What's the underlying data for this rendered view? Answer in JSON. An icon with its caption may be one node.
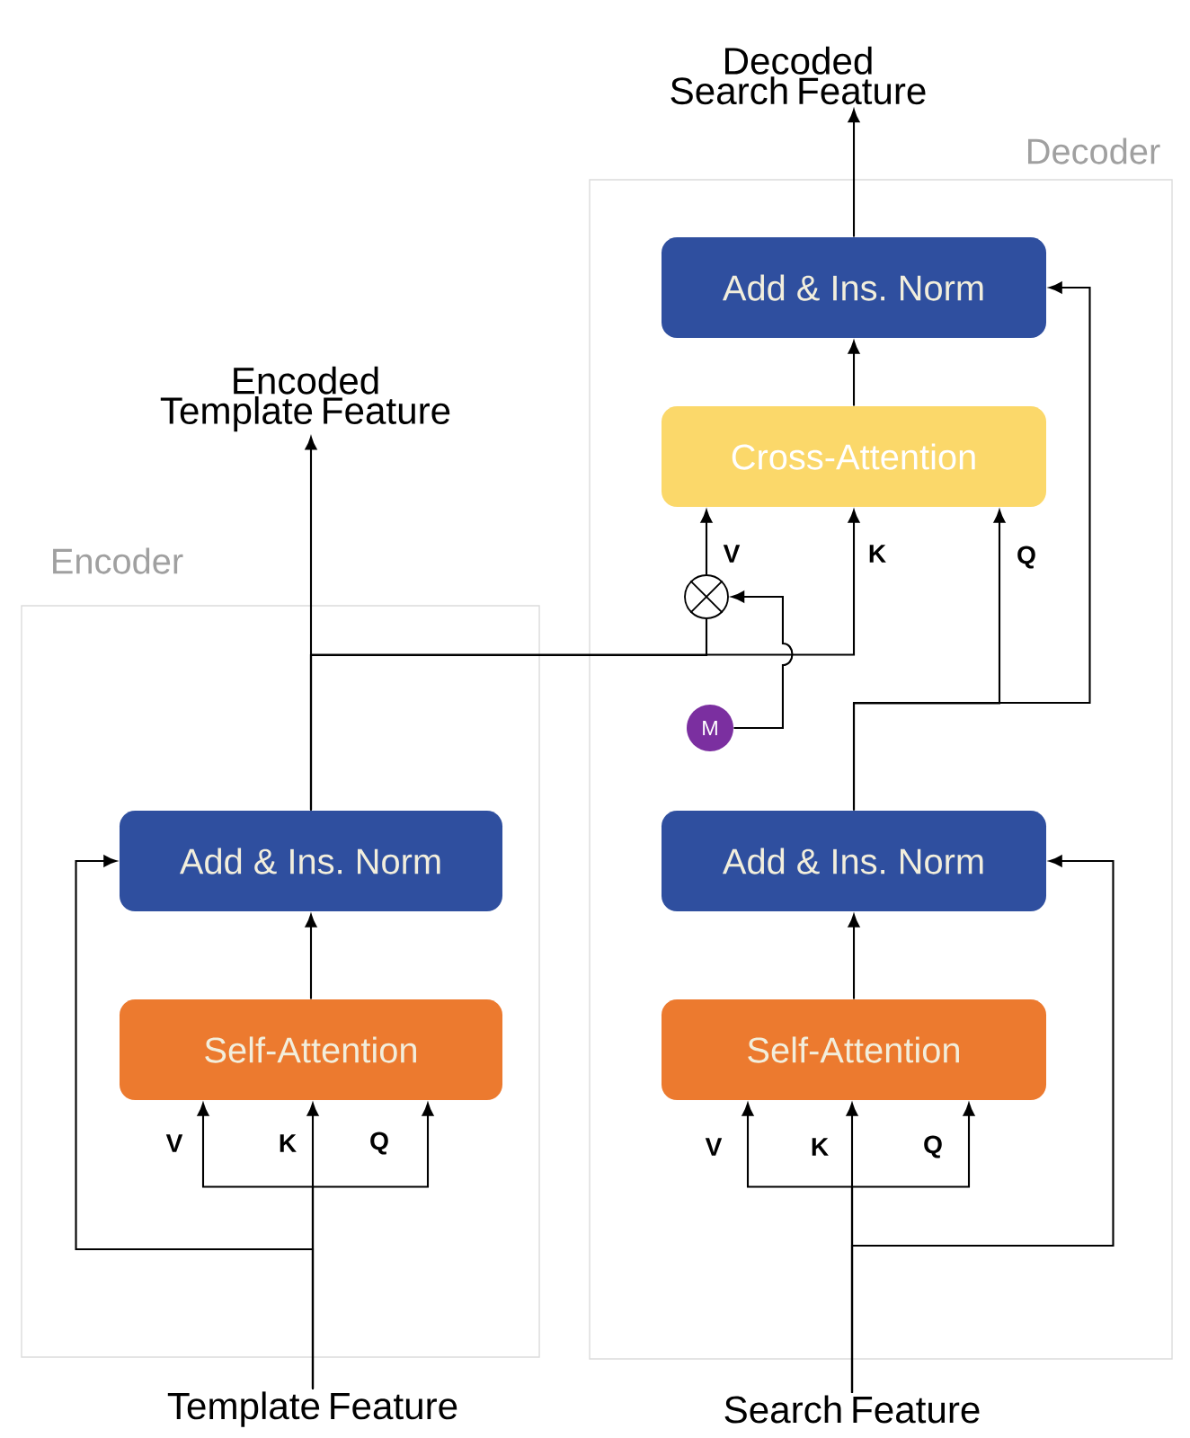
{
  "diagram": {
    "nodes": [
      {
        "text": [
          "Encoder"
        ]
      },
      {
        "text": [
          "Decoder"
        ]
      },
      {
        "text": [
          "Add & Ins. Norm"
        ],
        "in": 0
      },
      {
        "text": [
          "Self-Attention"
        ],
        "in": 0
      },
      {
        "text": [
          "Add & Ins. Norm"
        ],
        "in": 1
      },
      {
        "text": [
          "Self-Attention"
        ],
        "in": 1
      },
      {
        "text": [
          "Cross-Attention"
        ],
        "in": 1
      },
      {
        "text": [
          "Add & Ins. Norm"
        ],
        "in": 1
      },
      {
        "text": [],
        "shape": "circle",
        "in": 1
      },
      {
        "text": [
          "M"
        ],
        "in": 1
      },
      {
        "text": [
          "Template Feature"
        ]
      },
      {
        "text": [
          "Search Feature"
        ]
      },
      {
        "text": [
          "Encoded Template Feature"
        ]
      },
      {
        "text": [
          "Decoded Search Feature"
        ]
      }
    ],
    "edges": [
      {
        "from": 10,
        "to": 3,
        "arrow": "to",
        "label": "V"
      },
      {
        "from": 10,
        "to": 3,
        "arrow": "to",
        "label": "K"
      },
      {
        "from": 10,
        "to": 3,
        "arrow": "to",
        "label": "Q"
      },
      {
        "from": 10,
        "to": 2,
        "arrow": "to"
      },
      {
        "from": 3,
        "to": 2,
        "arrow": "to"
      },
      {
        "from": 2,
        "to": 12,
        "arrow": "to"
      },
      {
        "from": 2,
        "to": 6,
        "arrow": "to",
        "label": "K"
      },
      {
        "from": 2,
        "to": 8,
        "arrow": "none"
      },
      {
        "from": 9,
        "to": 8,
        "arrow": "to"
      },
      {
        "from": 8,
        "to": 6,
        "arrow": "to",
        "label": "V"
      },
      {
        "from": 11,
        "to": 5,
        "arrow": "to",
        "label": "V"
      },
      {
        "from": 11,
        "to": 5,
        "arrow": "to",
        "label": "K"
      },
      {
        "from": 11,
        "to": 5,
        "arrow": "to",
        "label": "Q"
      },
      {
        "from": 11,
        "to": 4,
        "arrow": "to"
      },
      {
        "from": 5,
        "to": 4,
        "arrow": "to"
      },
      {
        "from": 4,
        "to": 6,
        "arrow": "to",
        "label": "Q"
      },
      {
        "from": 4,
        "to": 7,
        "arrow": "to"
      },
      {
        "from": 6,
        "to": 7,
        "arrow": "to"
      },
      {
        "from": 7,
        "to": 13,
        "arrow": "to"
      }
    ]
  }
}
